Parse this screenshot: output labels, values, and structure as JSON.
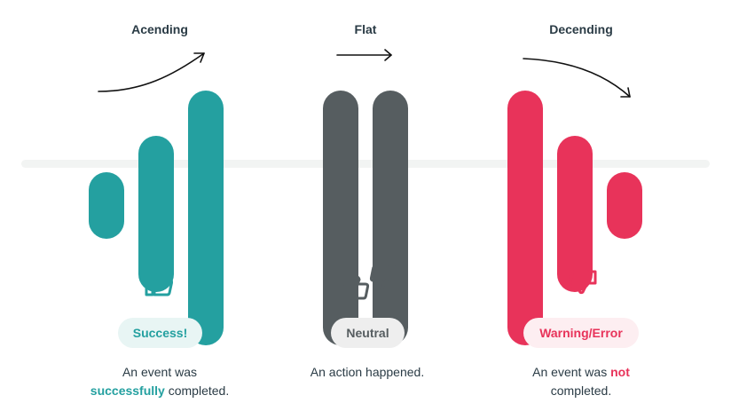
{
  "columns": [
    {
      "key": "ascending",
      "title": "Acending",
      "badge": "Success!",
      "desc_before": "An event was",
      "desc_highlight": "successfully",
      "desc_after": "completed.",
      "color": "#24a0a0",
      "badge_bg": "#e8f5f4",
      "icon": "thumbs-up-icon",
      "bars": [
        {
          "top": 0.42,
          "bottom": 0.58
        },
        {
          "top": 0.33,
          "bottom": 0.71
        },
        {
          "top": 0.22,
          "bottom": 0.84
        }
      ]
    },
    {
      "key": "flat",
      "title": "Flat",
      "badge": "Neutral",
      "desc_before": "An action happened.",
      "desc_highlight": "",
      "desc_after": "",
      "color": "#565d60",
      "badge_bg": "#eeeeee",
      "icon": "thumbs-up-down-icon",
      "bars": [
        {
          "top": 0.22,
          "bottom": 0.84
        },
        {
          "top": 0.22,
          "bottom": 0.84
        }
      ]
    },
    {
      "key": "descending",
      "title": "Decending",
      "badge": "Warning/Error",
      "desc_before": "An event was",
      "desc_highlight": "not",
      "desc_after": "completed.",
      "color": "#e8335a",
      "badge_bg": "#fdeef1",
      "icon": "thumbs-down-icon",
      "bars": [
        {
          "top": 0.22,
          "bottom": 0.84
        },
        {
          "top": 0.33,
          "bottom": 0.71
        },
        {
          "top": 0.42,
          "bottom": 0.58
        }
      ]
    }
  ]
}
